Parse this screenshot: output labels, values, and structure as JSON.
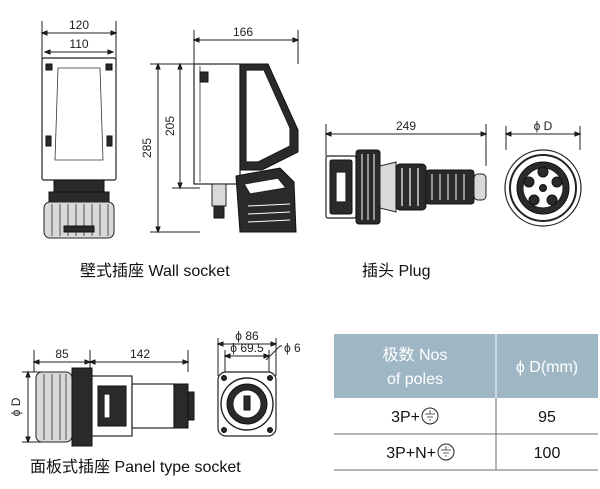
{
  "wall_socket": {
    "dim_width_outer": "120",
    "dim_width_inner": "110",
    "dim_depth": "166",
    "dim_height_total": "285",
    "dim_height_body": "205",
    "caption": "壁式插座 Wall socket"
  },
  "plug": {
    "dim_length": "249",
    "dim_diameter": "ϕ D",
    "caption": "插头 Plug"
  },
  "panel_socket": {
    "dim_front": "85",
    "dim_rear": "142",
    "dim_diameter": "ϕ D",
    "dim_phi86": "ϕ 86",
    "dim_phi69": "ϕ 69.5",
    "dim_phi6": "ϕ 6",
    "caption": "面板式插座  Panel type socket"
  },
  "table": {
    "header_col1_line1": "极数 Nos",
    "header_col1_line2": "of poles",
    "header_col2": "ϕ D(mm)",
    "rows": [
      {
        "poles": "3P+",
        "diameter": "95"
      },
      {
        "poles": "3P+N+",
        "diameter": "100"
      }
    ]
  },
  "ground_icon": "earth-ground-icon",
  "colors": {
    "table_header": "#9fb6c4",
    "ink": "#222222"
  }
}
